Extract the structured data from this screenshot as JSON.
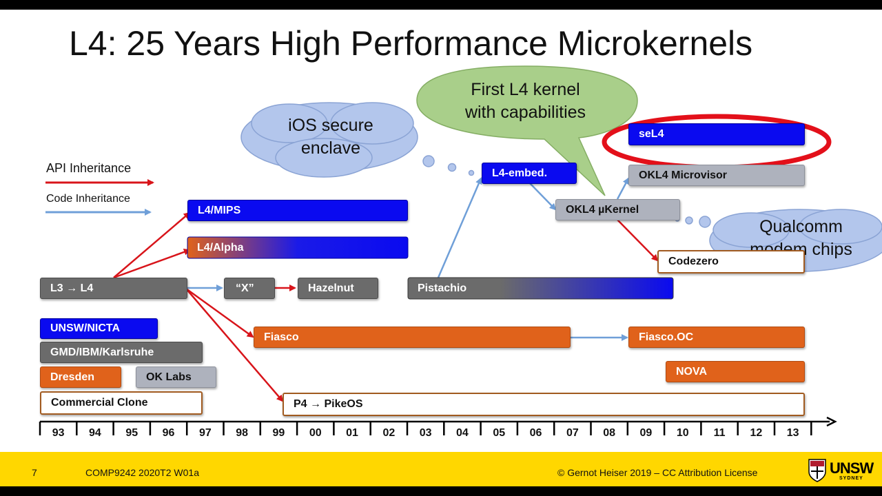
{
  "slide": {
    "title": "L4: 25 Years High Performance Microkernels"
  },
  "legend": {
    "api": "API Inheritance",
    "code": "Code Inheritance"
  },
  "bubbles": {
    "ios": [
      "iOS secure",
      "enclave"
    ],
    "capabilities": [
      "First L4 kernel",
      "with capabilities"
    ],
    "qualcomm": [
      "Qualcomm",
      "modem chips"
    ]
  },
  "bars": {
    "sel4": "seL4",
    "okl4_microvisor": "OKL4 Microvisor",
    "l4_embed": "L4-embed.",
    "okl4_ukernel": "OKL4 µKernel",
    "codezero": "Codezero",
    "l4_mips": "L4/MIPS",
    "l4_alpha": "L4/Alpha",
    "l3_l4": "L3 → L4",
    "x": "“X”",
    "hazelnut": "Hazelnut",
    "pistachio": "Pistachio",
    "fiasco": "Fiasco",
    "fiasco_oc": "Fiasco.OC",
    "nova": "NOVA",
    "p4_pikeos": "P4 → PikeOS"
  },
  "orgs": {
    "unsw": "UNSW/NICTA",
    "gmd": "GMD/IBM/Karlsruhe",
    "dresden": "Dresden",
    "oklabs": "OK Labs",
    "commercial": "Commercial Clone"
  },
  "timeline": {
    "years": [
      "93",
      "94",
      "95",
      "96",
      "97",
      "98",
      "99",
      "00",
      "01",
      "02",
      "03",
      "04",
      "05",
      "06",
      "07",
      "08",
      "09",
      "10",
      "11",
      "12",
      "13"
    ]
  },
  "footer": {
    "page": "7",
    "course": "COMP9242 2020T2 W01a",
    "copyright": "© Gernot Heiser 2019 – CC Attribution License",
    "logo_text": "UNSW",
    "logo_sub": "SYDNEY"
  },
  "colors": {
    "api_arrow": "#d8141a",
    "code_arrow": "#6f9fd8",
    "blue_bar": "#0a0af0",
    "orange_bar": "#e0621b",
    "gray_bar": "#6b6b6b",
    "highlight_ellipse": "#e3101a",
    "footer_bg": "#ffd700"
  }
}
